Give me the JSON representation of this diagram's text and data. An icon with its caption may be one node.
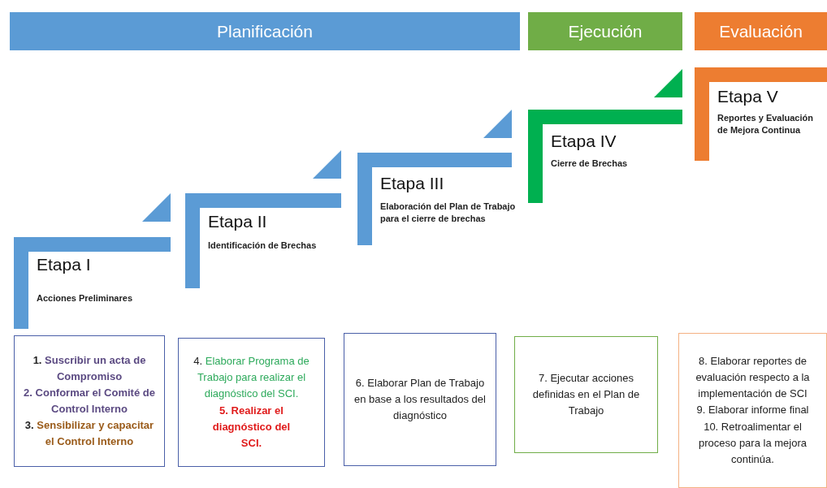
{
  "diagram": {
    "nodes": [
      {
        "text": [
          "Planificación"
        ]
      },
      {
        "text": [
          "Ejecución"
        ]
      },
      {
        "text": [
          "Evaluación"
        ]
      },
      {
        "text": [
          "Etapa I",
          "Acciones Preliminares"
        ]
      },
      {
        "text": [
          "Etapa II",
          "Identificación de Brechas"
        ]
      },
      {
        "text": [
          "Etapa III",
          "Elaboración del Plan de Trabajo para el cierre de brechas"
        ]
      },
      {
        "text": [
          "Etapa IV",
          "Cierre de Brechas"
        ]
      },
      {
        "text": [
          "Etapa V",
          "Reportes y Evaluación de Mejora Continua"
        ]
      },
      {
        "text": [
          "1. Suscribir un acta de Compromiso",
          "2. Conformar el Comité de Control Interno",
          "3. Sensibilizar y capacitar el Control Interno"
        ]
      },
      {
        "text": [
          "4. Elaborar Programa de Trabajo para realizar el diagnóstico del SCI.",
          "5. Realizar el diagnóstico del SCI."
        ]
      },
      {
        "text": [
          "6. Elaborar Plan de Trabajo en base a los resultados del diagnóstico"
        ]
      },
      {
        "text": [
          "7. Ejecutar acciones definidas en el Plan de Trabajo"
        ]
      },
      {
        "text": [
          "8. Elaborar reportes de evaluación respecto a la implementación de SCI",
          "9. Elaborar informe final",
          "10. Retroalimentar el proceso para la mejora continúa."
        ]
      }
    ]
  }
}
